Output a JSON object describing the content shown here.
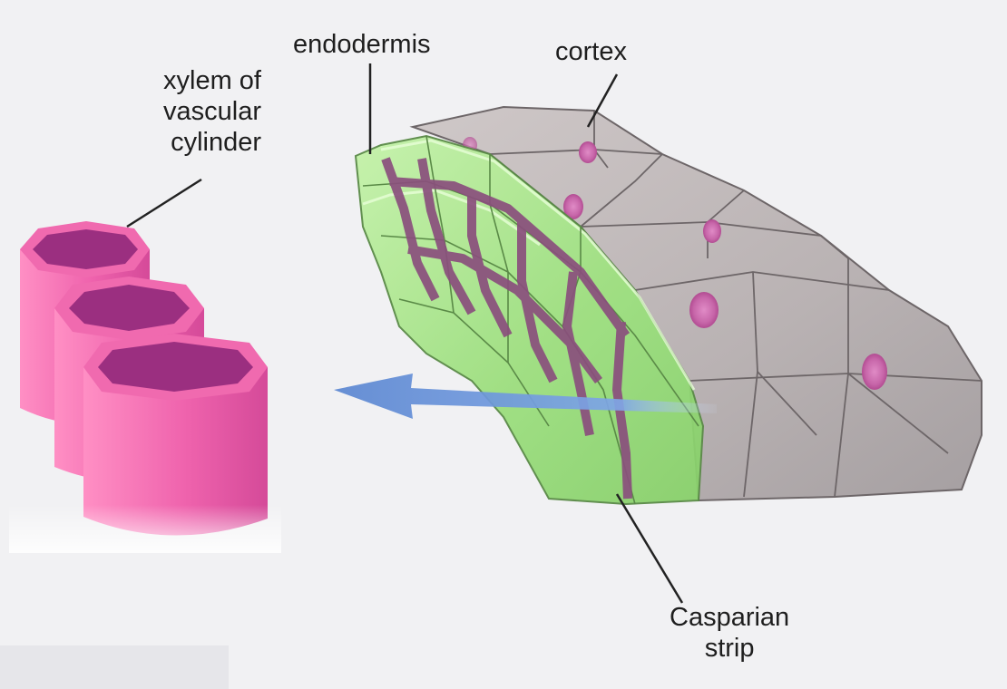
{
  "labels": {
    "xylem": {
      "line1": "xylem of",
      "line2": "vascular",
      "line3": "cylinder"
    },
    "endodermis": "endodermis",
    "cortex": "cortex",
    "casparian": {
      "line1": "Casparian",
      "line2": "strip"
    }
  },
  "colors": {
    "background": "#f1f1f3",
    "xylem": "#e85aa8",
    "endodermis": "#a8e08a",
    "cortex": "#b9b3b4",
    "casparian_strip": "#8a4f7d",
    "arrow": "#5f8fd6",
    "nucleus": "#c963a8"
  },
  "icons": {
    "arrow": "water-flow-arrow"
  }
}
